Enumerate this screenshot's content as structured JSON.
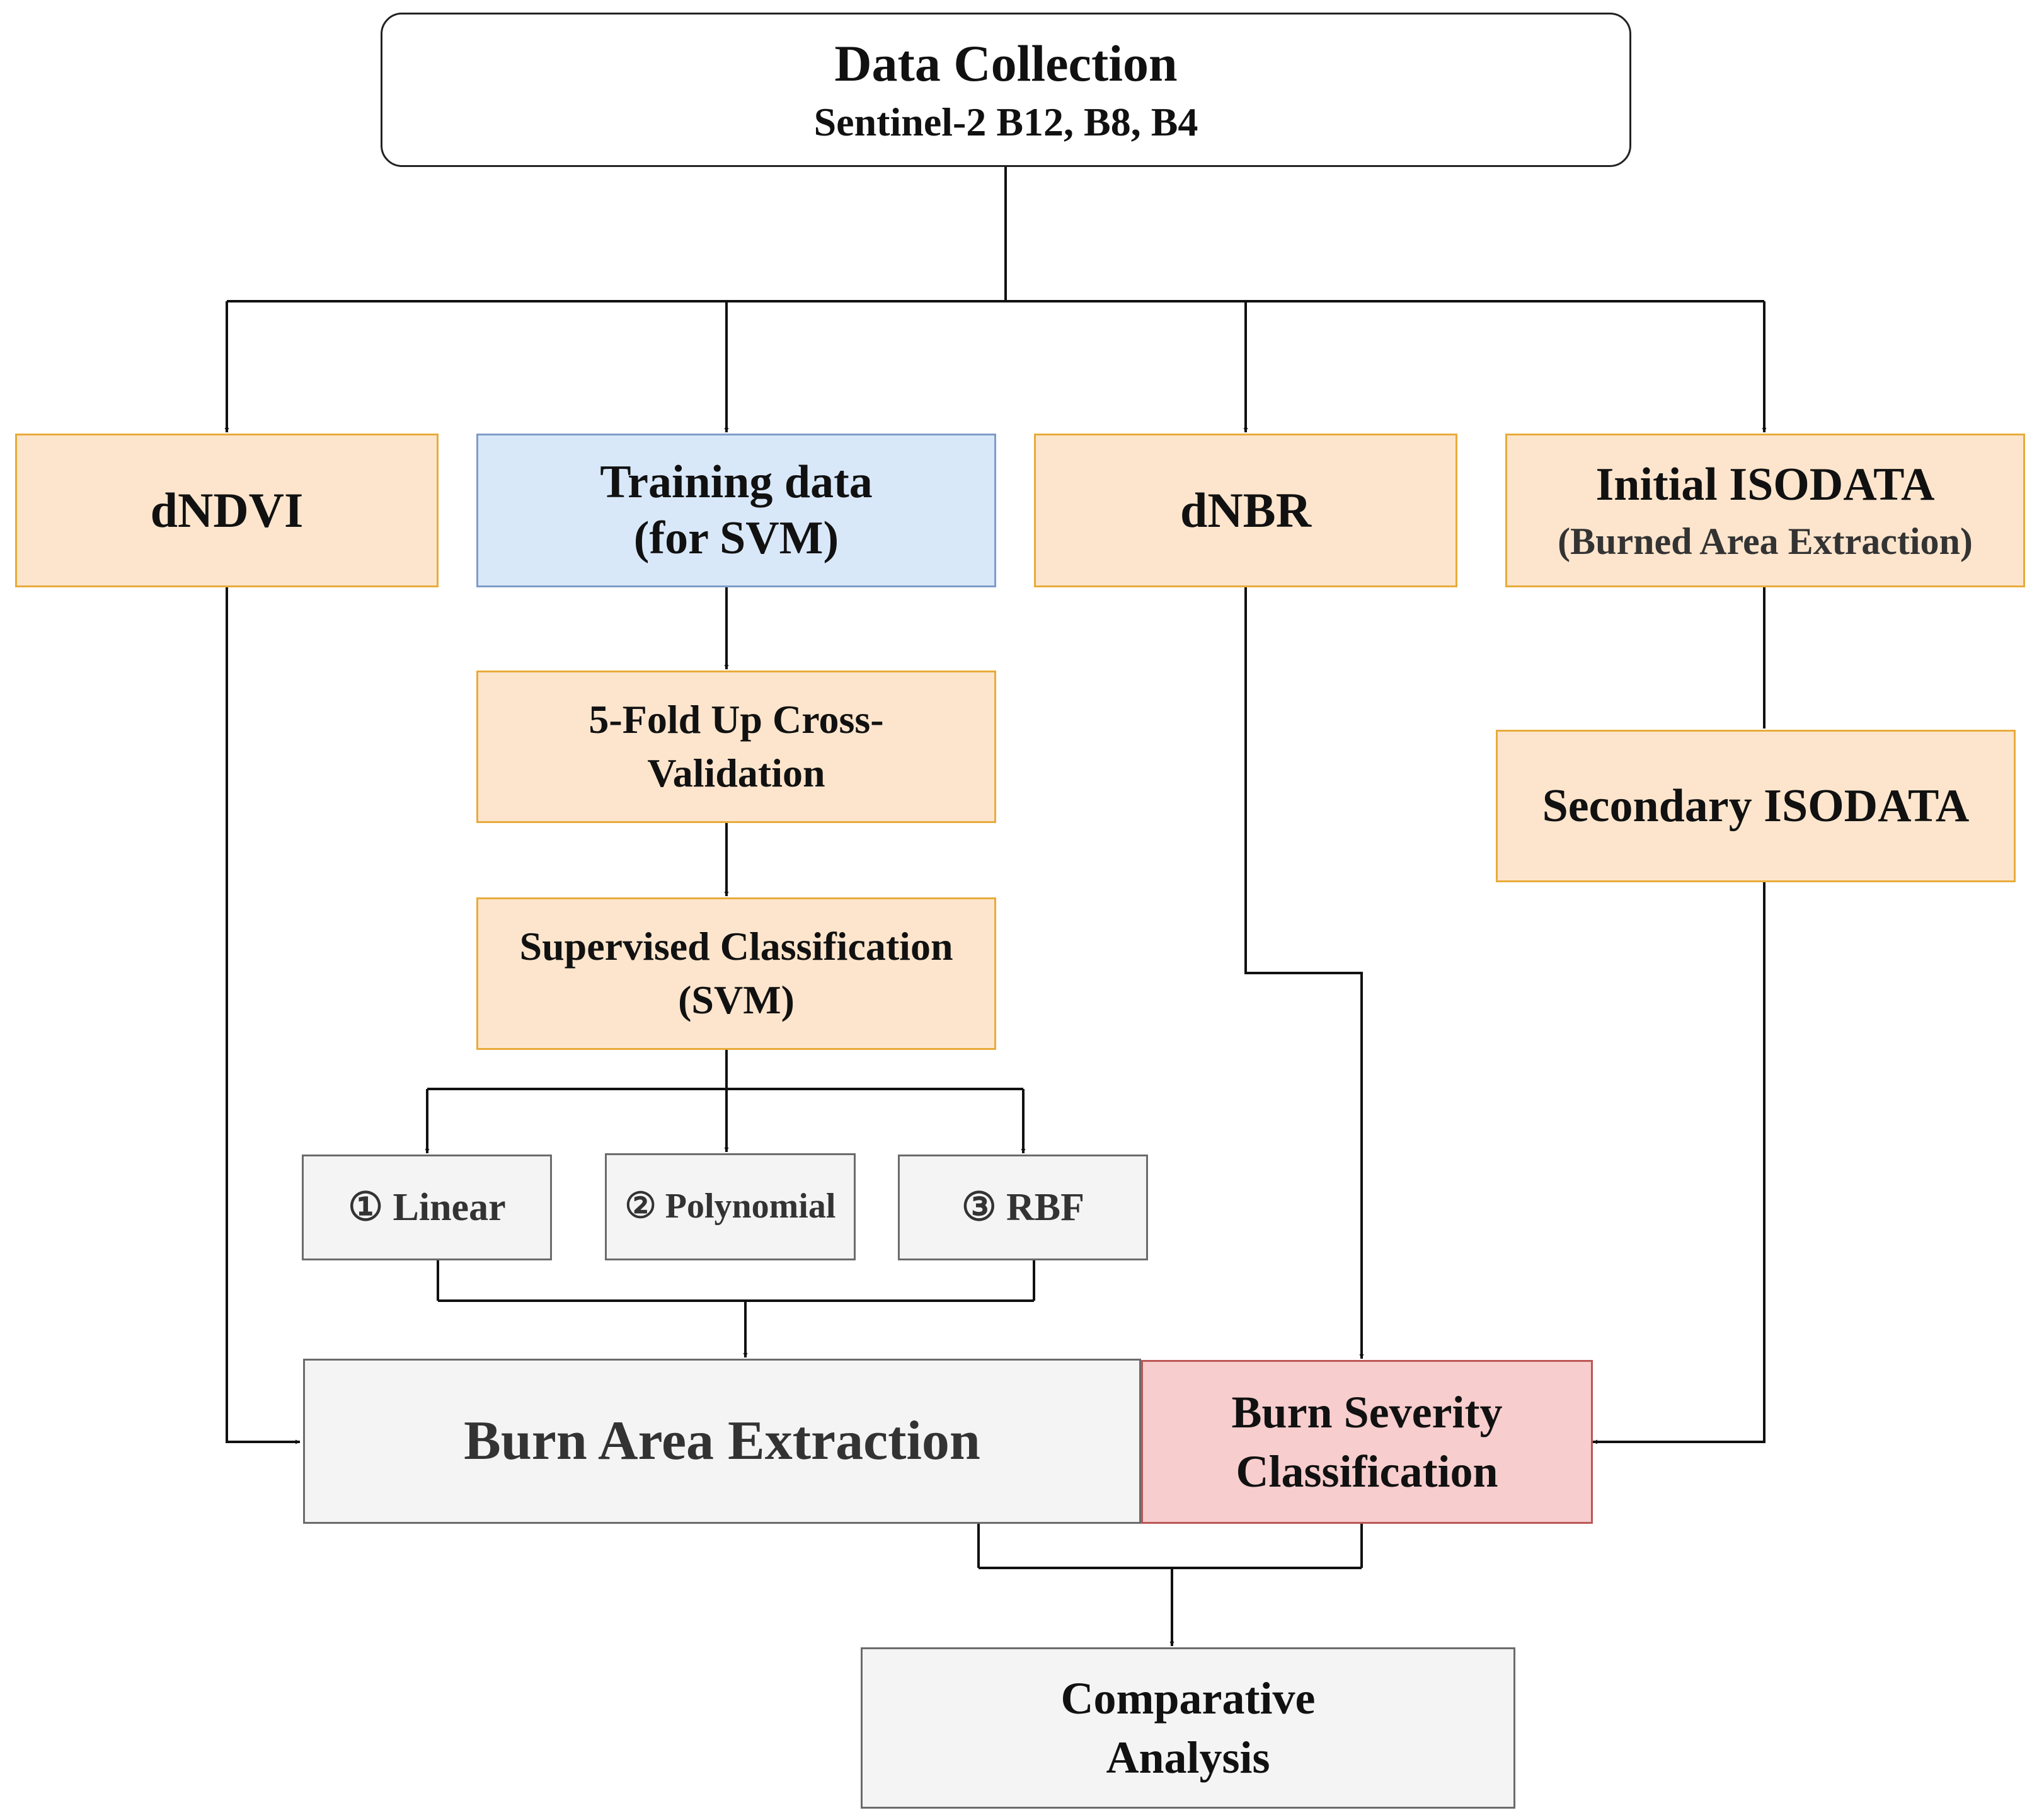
{
  "data_collection": {
    "title": "Data Collection",
    "subtitle": "Sentinel-2 B12, B8, B4"
  },
  "dndvi": {
    "label": "dNDVI"
  },
  "training": {
    "line1": "Training data",
    "line2": "(for SVM)"
  },
  "dnbr": {
    "label": "dNBR"
  },
  "initial_isodata": {
    "title": "Initial ISODATA",
    "subtitle": "(Burned Area Extraction)"
  },
  "cross_validation": {
    "line1": "5-Fold Up Cross-",
    "line2": "Validation"
  },
  "secondary_isodata": {
    "label": "Secondary ISODATA"
  },
  "supervised": {
    "line1": "Supervised Classification",
    "line2": "(SVM)"
  },
  "kernels": {
    "linear": "① Linear",
    "polynomial": "② Polynomial",
    "rbf": "③ RBF"
  },
  "burn_area": {
    "label": "Burn Area Extraction"
  },
  "burn_severity": {
    "line1": "Burn Severity",
    "line2": "Classification"
  },
  "comparative": {
    "line1": "Comparative",
    "line2": "Analysis"
  },
  "colors": {
    "process_fill": "#fde5cd",
    "process_border": "#e8ab3a",
    "training_fill": "#d9e8f9",
    "output_fill": "#f4f4f4",
    "severity_fill": "#f7cdcd",
    "line": "#111111"
  }
}
